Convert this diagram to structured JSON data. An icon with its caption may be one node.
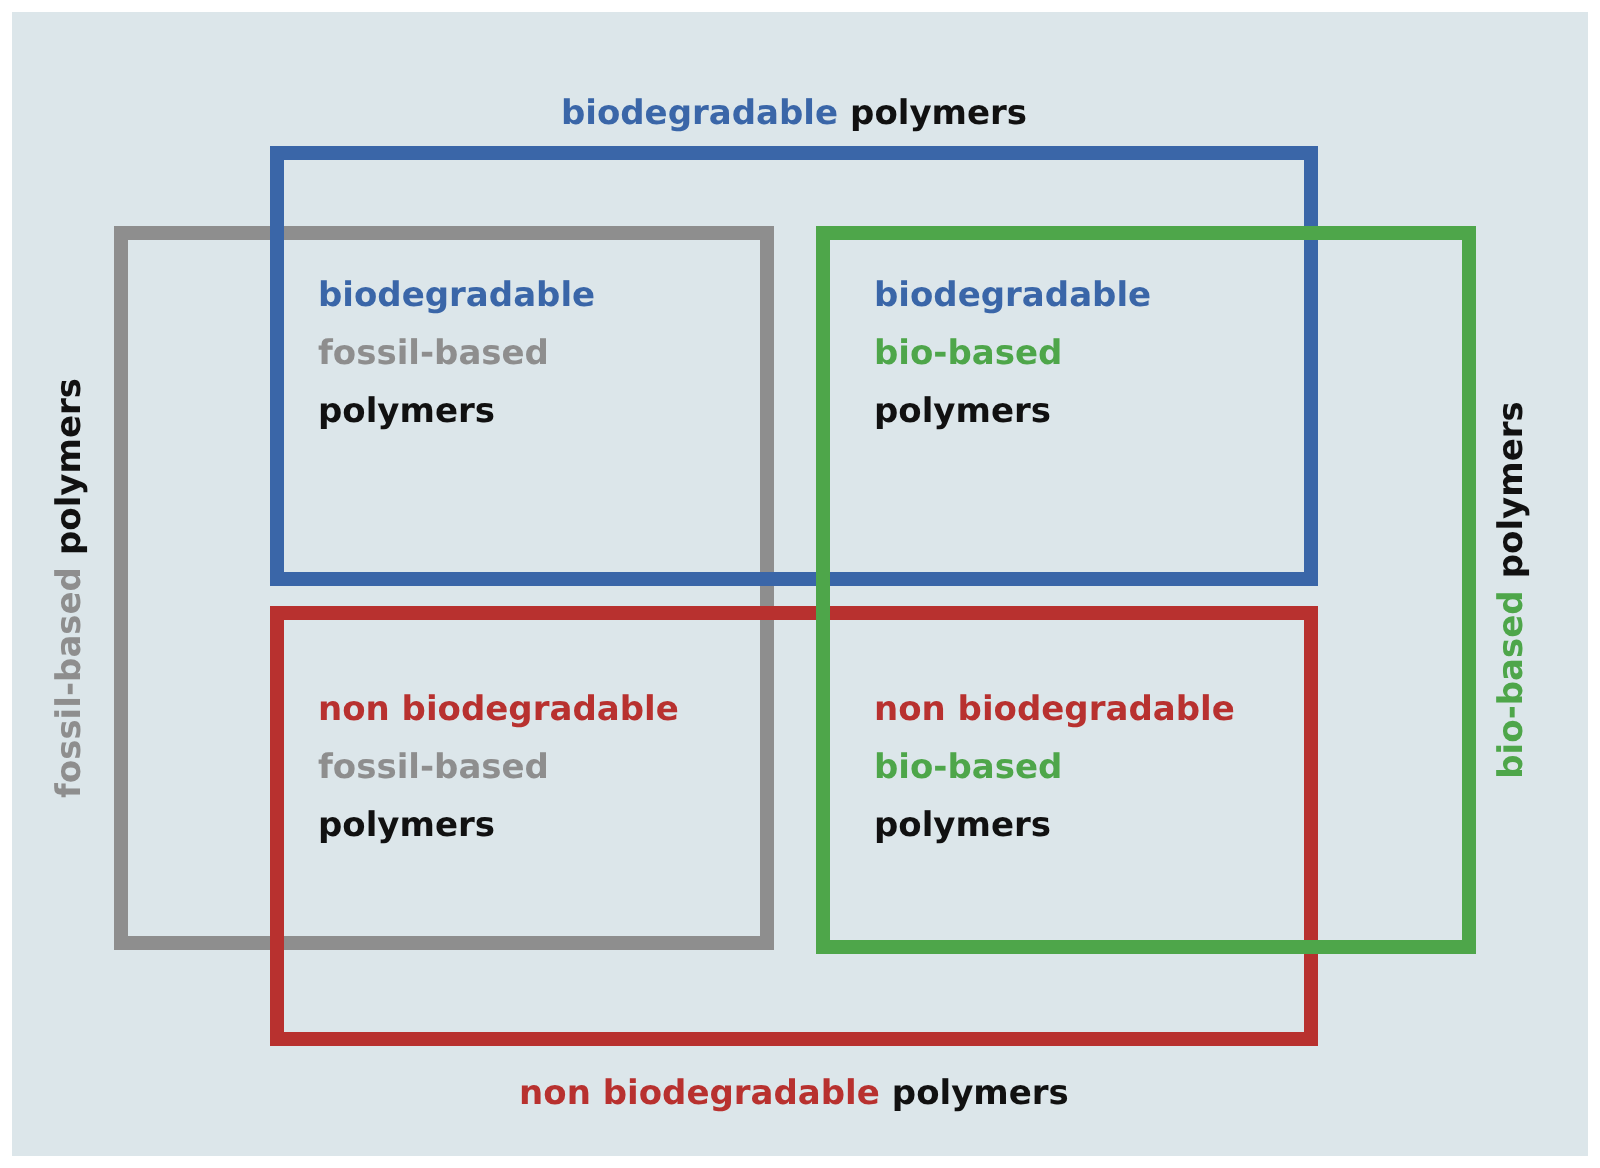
{
  "diagram": {
    "nodes": [
      {
        "text": [
          "biodegradable",
          "polymers"
        ]
      },
      {
        "text": [
          "fossil-based",
          "polymers"
        ]
      },
      {
        "text": [
          "bio-based",
          "polymers"
        ]
      },
      {
        "text": [
          "non biodegradable",
          "polymers"
        ]
      }
    ],
    "labels": [
      "biodegradable",
      "fossil-based",
      "polymers",
      "biodegradable",
      "bio-based",
      "polymers",
      "non biodegradable",
      "fossil-based",
      "polymers",
      "non biodegradable",
      "bio-based",
      "polymers"
    ]
  }
}
